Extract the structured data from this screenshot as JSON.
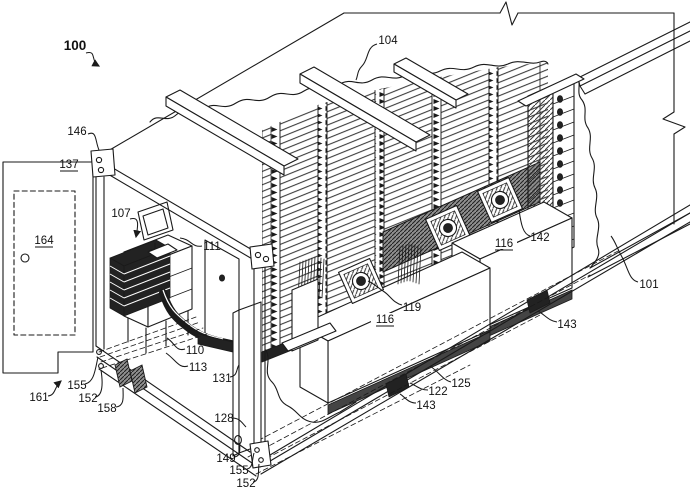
{
  "figure": {
    "colors": {
      "ink": "#1a1a1a",
      "background": "#ffffff",
      "dark_fill": "#222222",
      "hatch_fill": "#8f8f8f"
    }
  },
  "labels": {
    "l100": {
      "text": "100",
      "emphasis": "bold"
    },
    "l101": {
      "text": "101"
    },
    "l104": {
      "text": "104"
    },
    "l107": {
      "text": "107"
    },
    "l110": {
      "text": "110"
    },
    "l111": {
      "text": "111"
    },
    "l113": {
      "text": "113"
    },
    "l116a": {
      "text": "116",
      "underlined": true
    },
    "l116b": {
      "text": "116",
      "underlined": true
    },
    "l119": {
      "text": "119"
    },
    "l122": {
      "text": "122"
    },
    "l125": {
      "text": "125"
    },
    "l128": {
      "text": "128"
    },
    "l131": {
      "text": "131"
    },
    "l137": {
      "text": "137",
      "underlined": true
    },
    "l142": {
      "text": "142"
    },
    "l143a": {
      "text": "143"
    },
    "l143b": {
      "text": "143"
    },
    "l146": {
      "text": "146"
    },
    "l149": {
      "text": "149"
    },
    "l152a": {
      "text": "152"
    },
    "l152b": {
      "text": "152"
    },
    "l155a": {
      "text": "155"
    },
    "l155b": {
      "text": "155"
    },
    "l158": {
      "text": "158"
    },
    "l161": {
      "text": "161"
    },
    "l164": {
      "text": "164",
      "underlined": true
    }
  }
}
